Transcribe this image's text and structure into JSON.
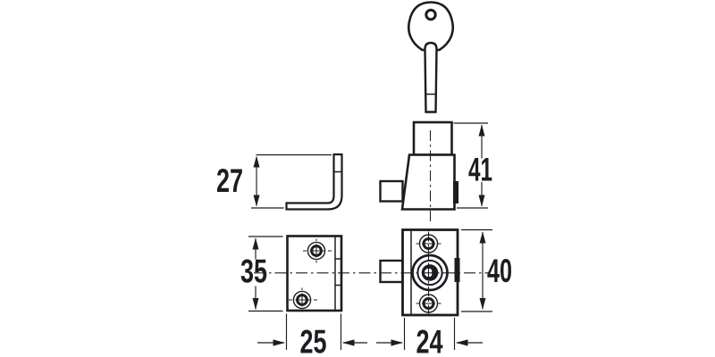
{
  "drawing": {
    "line_color": "#1c1c21",
    "background_color": "#ffffff",
    "dimensions": {
      "bracket_leg_height": "27",
      "side_view_height": "41",
      "keep_plate_height": "35",
      "lock_body_height": "40",
      "keep_plate_width": "25",
      "lock_body_width": "24"
    }
  }
}
